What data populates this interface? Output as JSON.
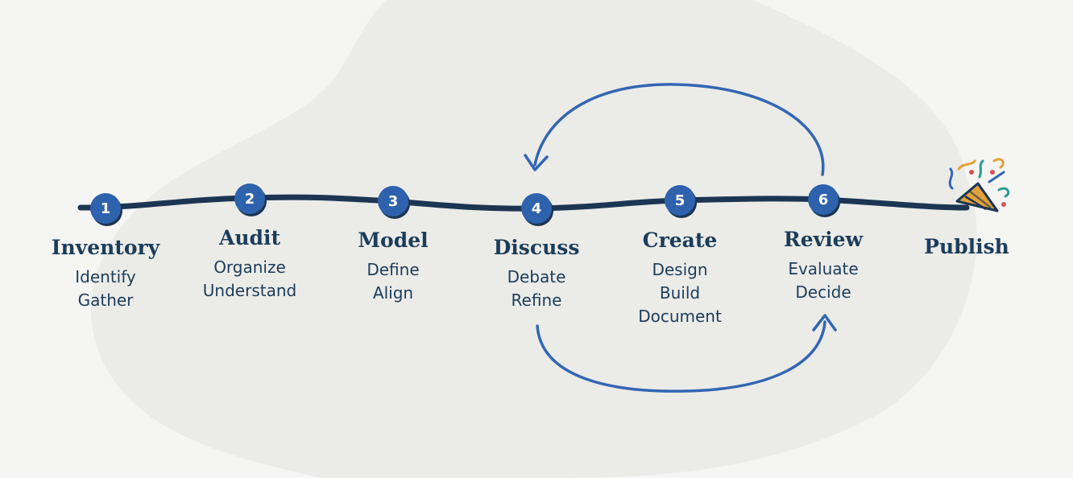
{
  "colors": {
    "background": "#f5f5f4",
    "blob": "#ebebe8",
    "track": "#1b3553",
    "node": "#2e62ad",
    "arrow": "#3366b3",
    "text": "#1c3d5a"
  },
  "stages": [
    {
      "number": "1",
      "title": "Inventory",
      "subs": [
        "Identify",
        "Gather"
      ]
    },
    {
      "number": "2",
      "title": "Audit",
      "subs": [
        "Organize",
        "Understand"
      ]
    },
    {
      "number": "3",
      "title": "Model",
      "subs": [
        "Define",
        "Align"
      ]
    },
    {
      "number": "4",
      "title": "Discuss",
      "subs": [
        "Debate",
        "Refine"
      ]
    },
    {
      "number": "5",
      "title": "Create",
      "subs": [
        "Design",
        "Build",
        "Document"
      ]
    },
    {
      "number": "6",
      "title": "Review",
      "subs": [
        "Evaluate",
        "Decide"
      ]
    },
    {
      "number": "",
      "title": "Publish",
      "subs": []
    }
  ],
  "loops": [
    {
      "from": "6",
      "to": "4",
      "name": "feedback-loop-top"
    },
    {
      "from": "4",
      "to": "6",
      "name": "iteration-loop-bottom"
    }
  ],
  "end_icon": "party-popper-icon"
}
